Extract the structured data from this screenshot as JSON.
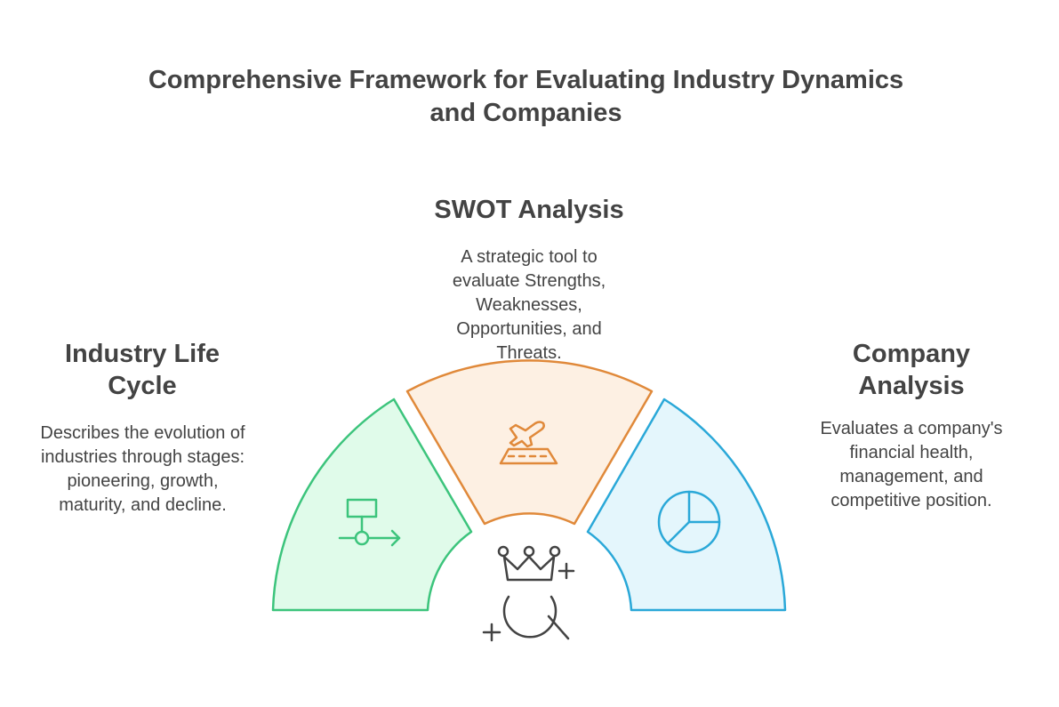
{
  "title": "Comprehensive Framework for Evaluating Industry Dynamics and Companies",
  "segments": [
    {
      "heading": "Industry Life Cycle",
      "description": "Describes the evolution of industries through stages: pioneering, growth, maturity, and decline.",
      "icon": "flowchart-icon",
      "color": "#3cc47c",
      "fill": "#e0fbea"
    },
    {
      "heading": "SWOT Analysis",
      "description": "A strategic tool to evaluate Strengths, Weaknesses, Opportunities, and Threats.",
      "icon": "airplane-landing-icon",
      "color": "#e0893a",
      "fill": "#fdf0e3"
    },
    {
      "heading": "Company Analysis",
      "description": "Evaluates a company's financial health, management, and competitive position.",
      "icon": "pie-chart-icon",
      "color": "#2aa8d8",
      "fill": "#e4f6fc"
    }
  ],
  "center": {
    "icon": "crown-magnifier-icon",
    "color": "#434343"
  }
}
